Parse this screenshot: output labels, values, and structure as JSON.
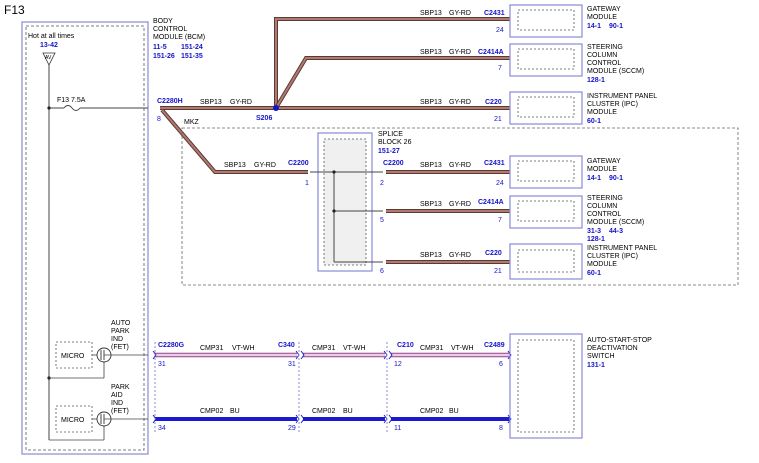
{
  "page_label": "F13",
  "bcm": {
    "hot": "Hot at all times",
    "hot_ref": "13-42",
    "fuse": "F13   7.5A",
    "name": [
      "BODY",
      "CONTROL",
      "MODULE (BCM)"
    ],
    "refs": [
      "11-5",
      "151-24",
      "151-26",
      "151-35"
    ],
    "micro1": "MICRO",
    "micro2": "MICRO",
    "auto_park": [
      "AUTO",
      "PARK",
      "IND",
      "(FET)"
    ],
    "park_aid": [
      "PARK",
      "AID",
      "IND",
      "(FET)"
    ]
  },
  "wires": {
    "sbp13": "SBP13",
    "gy_rd": "GY-RD",
    "cmp31": "CMP31",
    "vt_wh": "VT-WH",
    "cmp02": "CMP02",
    "bu": "BU",
    "mkz": "MKZ",
    "splice_s206": "S206"
  },
  "connectors": {
    "c2280h": "C2280H",
    "p8": "8",
    "c2431_top": "C2431",
    "p24_top": "24",
    "c2414a_top": "C2414A",
    "p7_top": "7",
    "c220_top": "C220",
    "p21_top": "21",
    "c2200_left": "C2200",
    "p1": "1",
    "c2200_right": "C2200",
    "p2": "2",
    "p5": "5",
    "p6": "6",
    "c2431_mid": "C2431",
    "p24_mid": "24",
    "c2414a_mid": "C2414A",
    "p7_mid": "7",
    "c220_mid": "C220",
    "p21_mid": "21",
    "c2280g": "C2280G",
    "p31_a": "31",
    "c340": "C340",
    "p31_b": "31",
    "c210": "C210",
    "p12": "12",
    "c2489": "C2489",
    "p6_b": "6",
    "p34": "34",
    "p29": "29",
    "p11": "11",
    "p8_b": "8"
  },
  "splice_block": {
    "name": [
      "SPLICE",
      "BLOCK 26"
    ],
    "ref": "151-27"
  },
  "modules": {
    "gateway_top": {
      "name": [
        "GATEWAY",
        "MODULE"
      ],
      "refs": [
        "14-1",
        "90-1"
      ]
    },
    "sccm_top": {
      "name": [
        "STEERING",
        "COLUMN",
        "CONTROL",
        "MODULE (SCCM)"
      ],
      "refs": [
        "128-1"
      ]
    },
    "ipc_top": {
      "name": [
        "INSTRUMENT PANEL",
        "CLUSTER (IPC)",
        "MODULE"
      ],
      "refs": [
        "60-1"
      ]
    },
    "gateway_mid": {
      "name": [
        "GATEWAY",
        "MODULE"
      ],
      "refs": [
        "14-1",
        "90-1"
      ]
    },
    "sccm_mid": {
      "name": [
        "STEERING",
        "COLUMN",
        "CONTROL",
        "MODULE (SCCM)"
      ],
      "refs": [
        "31-3",
        "44-3",
        "128-1"
      ]
    },
    "ipc_mid": {
      "name": [
        "INSTRUMENT PANEL",
        "CLUSTER (IPC)",
        "MODULE"
      ],
      "refs": [
        "60-1"
      ]
    },
    "assd": {
      "name": [
        "AUTO-START-STOP",
        "DEACTIVATION",
        "SWITCH"
      ],
      "refs": [
        "131-1"
      ]
    }
  },
  "colors": {
    "gy_rd_core": "#b07a6e",
    "gy_rd_edge": "#5a3a34",
    "vt_wh_core": "#f2c8ec",
    "vt_wh_edge": "#8a4a86",
    "bu": "#1a1ad0",
    "frame": "#8a8ad8",
    "ref": "#1414c8"
  }
}
